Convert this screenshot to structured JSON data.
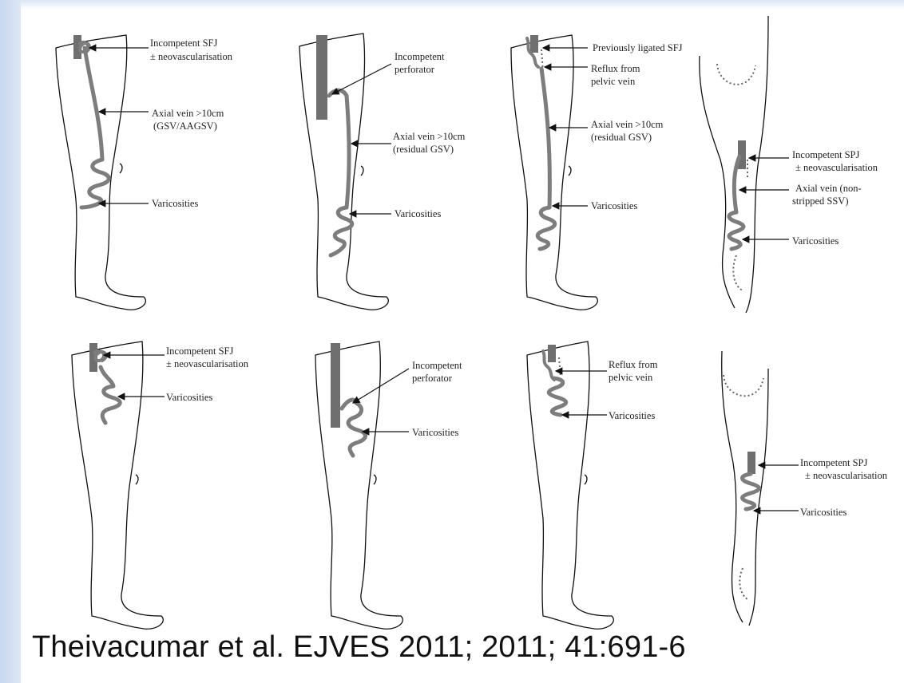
{
  "labels": {
    "p1_a": "Incompetent SFJ",
    "p1_b": "± neovascularisation",
    "p1_c": "Axial vein >10cm",
    "p1_d": "(GSV/AAGSV)",
    "p1_e": "Varicosities",
    "p2_a": "Incompetent",
    "p2_b": "perforator",
    "p2_c": "Axial vein >10cm",
    "p2_d": "(residual GSV)",
    "p2_e": "Varicosities",
    "p3_a": "Previously ligated SFJ",
    "p3_b": "Reflux from",
    "p3_c": "pelvic vein",
    "p3_d": "Axial vein >10cm",
    "p3_e": "(residual GSV)",
    "p3_f": "Varicosities",
    "p4_a": "Incompetent SPJ",
    "p4_b": "± neovascularisation",
    "p4_c": "Axial vein (non-",
    "p4_d": "stripped SSV)",
    "p4_e": "Varicosities",
    "p5_a": "Incompetent SFJ",
    "p5_b": "± neovascularisation",
    "p5_c": "Varicosities",
    "p6_a": "Incompetent",
    "p6_b": "perforator",
    "p6_c": "Varicosities",
    "p7_a": "Reflux from",
    "p7_b": "pelvic vein",
    "p7_c": "Varicosities",
    "p8_a": "Incompetent SPJ",
    "p8_b": "± neovascularisation",
    "p8_c": "Varicosities"
  },
  "citation": "Theivacumar et al. EJVES 2011; 2011; 41:691-6",
  "colors": {
    "vein": "#7d7d7d",
    "outline": "#111111",
    "background_strip": "#c8d7f0"
  }
}
